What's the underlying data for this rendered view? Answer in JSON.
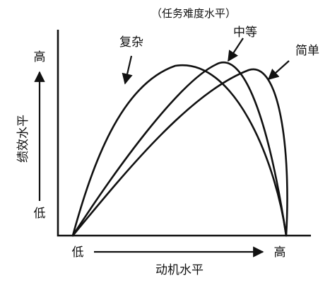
{
  "title": "（任务难度水平）",
  "x_axis": {
    "label": "动机水平",
    "low": "低",
    "high": "高"
  },
  "y_axis": {
    "label": "绩效水平",
    "low": "低",
    "high": "高"
  },
  "curves": [
    {
      "id": "complex",
      "label": "复杂"
    },
    {
      "id": "medium",
      "label": "中等"
    },
    {
      "id": "simple",
      "label": "简单"
    }
  ],
  "colors": {
    "ink": "#111111",
    "background": "#ffffff"
  }
}
